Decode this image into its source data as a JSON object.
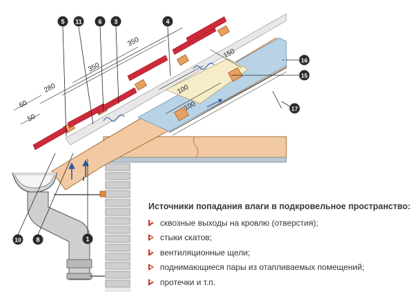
{
  "callouts": [
    {
      "id": "5",
      "label": "5"
    },
    {
      "id": "11",
      "label": "11"
    },
    {
      "id": "6",
      "label": "6"
    },
    {
      "id": "3",
      "label": "3"
    },
    {
      "id": "4",
      "label": "4"
    },
    {
      "id": "16",
      "label": "16"
    },
    {
      "id": "15",
      "label": "15"
    },
    {
      "id": "17",
      "label": "17"
    },
    {
      "id": "10",
      "label": "10"
    },
    {
      "id": "8",
      "label": "8"
    },
    {
      "id": "1",
      "label": "1"
    }
  ],
  "dimensions": {
    "d350_top": "350",
    "d350_mid": "350",
    "d280": "280",
    "d60": "60",
    "d50": "50",
    "d150": "150",
    "d100_upper": "100",
    "d100_lower": "100"
  },
  "legend": {
    "title": "Источники попадания влаги в подкровельное пространство:",
    "items": [
      "сквозные  выходы на кровлю (отверстия);",
      "стыки скатов;",
      "вентиляционные щели;",
      "поднимающиеся пары из отапливаемых помещений;",
      "протечки и т.п."
    ]
  },
  "colors": {
    "timber": "#f2c9a0",
    "tile": "#cf2a3a",
    "insulation": "#b9d3e6",
    "insulation_light": "#f6ecc8",
    "brick": "#c9c9c9",
    "gutter": "#c4c4c4",
    "accent": "#c0392b"
  }
}
